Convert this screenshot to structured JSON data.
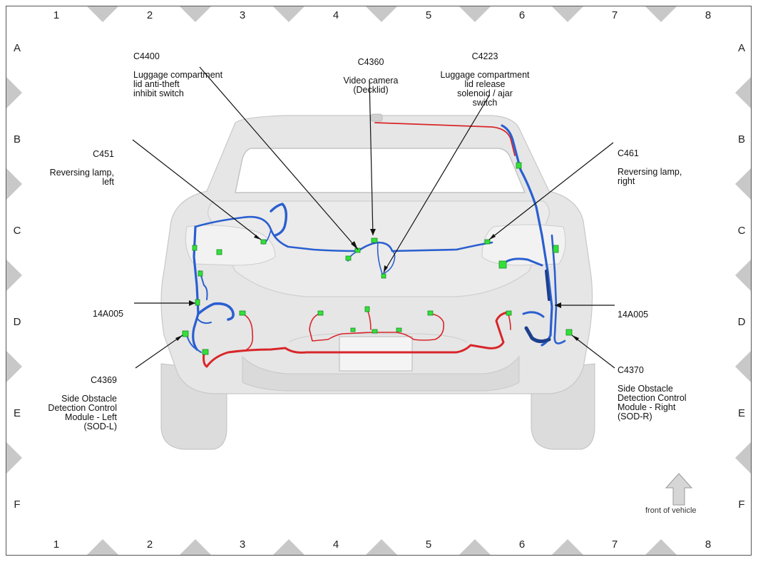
{
  "grid": {
    "columns": [
      "1",
      "2",
      "3",
      "4",
      "5",
      "6",
      "7",
      "8"
    ],
    "rows": [
      "A",
      "B",
      "C",
      "D",
      "E",
      "F"
    ]
  },
  "callouts": {
    "c4400": {
      "code": "C4400",
      "text": "Luggage compartment\nlid anti-theft\ninhibit switch"
    },
    "c4360": {
      "code": "C4360",
      "text": "Video camera\n(Decklid)"
    },
    "c4223": {
      "code": "C4223",
      "text": "Luggage compartment\nlid release\nsolenoid / ajar\nswitch"
    },
    "c451": {
      "code": "C451",
      "text": "Reversing lamp,\nleft"
    },
    "c461": {
      "code": "C461",
      "text": "Reversing lamp,\nright"
    },
    "harness_left": {
      "code": "14A005"
    },
    "harness_right": {
      "code": "14A005"
    },
    "c4369": {
      "code": "C4369",
      "text": "Side Obstacle\nDetection Control\nModule - Left\n(SOD-L)"
    },
    "c4370": {
      "code": "C4370",
      "text": "Side Obstacle\nDetection Control\nModule - Right\n(SOD-R)"
    }
  },
  "front_indicator": {
    "label": "front of vehicle",
    "icon": "up-arrow-icon"
  },
  "colors": {
    "harness_blue": "#2a5fd0",
    "harness_red": "#d8262a",
    "connector": "#33e03a",
    "body": "#e4e4e4",
    "marker": "#c8c8c8"
  }
}
